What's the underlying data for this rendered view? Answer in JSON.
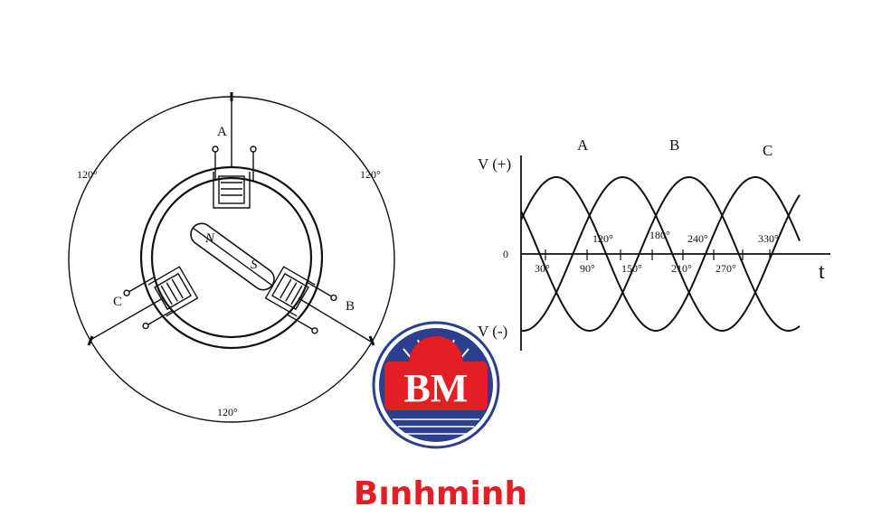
{
  "motor": {
    "phase_a": "A",
    "phase_b": "B",
    "phase_c": "C",
    "pole_n": "N",
    "pole_s": "S",
    "angle_left": "120°",
    "angle_right": "120°",
    "angle_bottom": "120°"
  },
  "waveform": {
    "y_pos_label": "V (+)",
    "y_neg_label": "V (-)",
    "origin_label": "0",
    "t_label": "t",
    "curve_labels": [
      "A",
      "B",
      "C"
    ],
    "angles_above": [
      "120°",
      "180°",
      "240°",
      "330°"
    ],
    "angles_below": [
      "30°",
      "90°",
      "150°",
      "210°",
      "270°"
    ]
  },
  "logo": {
    "monogram": "BM",
    "brand": "Bınhminh",
    "colors": {
      "red": "#e31e24",
      "blue": "#2b3f8c",
      "white": "#ffffff"
    }
  }
}
